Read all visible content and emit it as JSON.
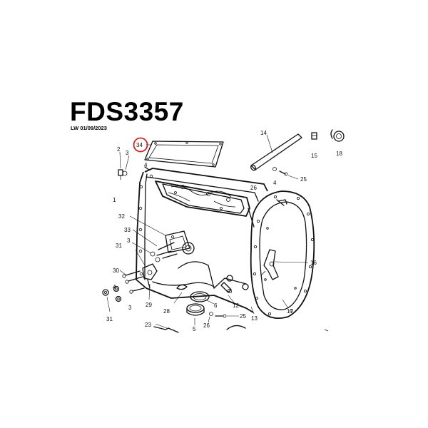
{
  "header": {
    "part_number": "FDS3357",
    "date_line": "LW 01/09/2023"
  },
  "highlight": {
    "callout": "34",
    "ring_color": "#d42020"
  },
  "callouts": {
    "c14": "14",
    "c15": "15",
    "c18": "18",
    "c25a": "25",
    "c26a": "26",
    "c4a": "4",
    "c2": "2",
    "c3a": "3",
    "c4b": "4",
    "c1": "1",
    "c32": "32",
    "c33": "33",
    "c3b": "3",
    "c31a": "31",
    "c30": "30",
    "c4c": "4",
    "c3c": "3",
    "c31b": "31",
    "c29": "29",
    "c28": "28",
    "c6": "6",
    "c12": "12",
    "c13": "13",
    "c17": "17",
    "c16": "16",
    "c5": "5",
    "c26b": "26",
    "c25b": "25",
    "c23": "23"
  },
  "colors": {
    "ink": "#111111",
    "background": "#ffffff"
  }
}
